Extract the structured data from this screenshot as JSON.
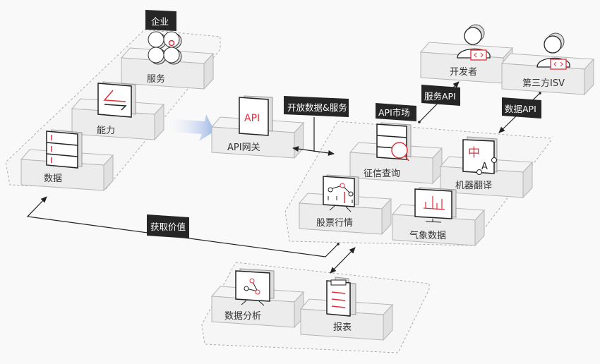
{
  "groups": {
    "enterprise": {
      "tag": "企业",
      "items": [
        "服务",
        "能力",
        "数据"
      ]
    },
    "gateway": {
      "card_text": "API",
      "label": "API网关"
    },
    "market": {
      "tag": "API市场",
      "items": [
        "征信查询",
        "机器翻译",
        "股票行情",
        "气象数据"
      ]
    },
    "consumers": {
      "items": [
        "开发者",
        "第三方ISV"
      ]
    },
    "apps": {
      "items": [
        "数据分析",
        "报表"
      ]
    }
  },
  "connectors": {
    "open_data": "开放数据&服务",
    "service_api": "服务API",
    "data_api": "数据API",
    "get_value": "获取价值"
  },
  "icon_glyphs": {
    "translate_cn": "中",
    "translate_en": "A"
  },
  "colors": {
    "accent": "#e0303a",
    "tag_bg": "#262626",
    "arrow_blue": "#9fb8e6"
  }
}
